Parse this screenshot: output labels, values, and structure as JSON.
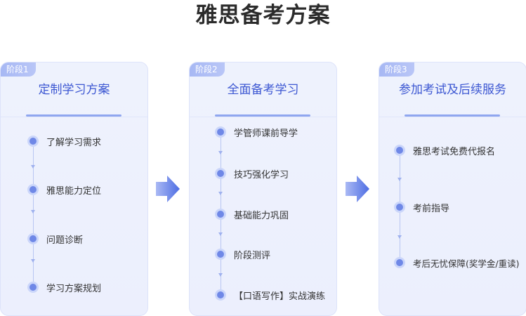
{
  "page": {
    "title": "雅思备考方案"
  },
  "stages": [
    {
      "badge": "阶段1",
      "title": "定制学习方案",
      "steps": [
        "了解学习需求",
        "雅思能力定位",
        "问题诊断",
        "学习方案规划"
      ]
    },
    {
      "badge": "阶段2",
      "title": "全面备考学习",
      "steps": [
        "学管师课前导学",
        "技巧强化学习",
        "基础能力巩固",
        "阶段测评",
        "【口语写作】实战演练"
      ]
    },
    {
      "badge": "阶段3",
      "title": "参加考试及后续服务",
      "steps": [
        "雅思考试免费代报名",
        "考前指导",
        "考后无忧保障(奖学金/重读)"
      ]
    }
  ],
  "icons": {
    "step_dot": "timeline-dot-icon",
    "step_connector": "chevron-down-icon",
    "stage_arrow": "arrow-right-icon"
  },
  "colors": {
    "accent": "#3c57d2",
    "card_bg": "#eef2fd",
    "badge": "#a7b8f4",
    "arrow": "#5b78e6",
    "title": "#2b2b2b"
  }
}
